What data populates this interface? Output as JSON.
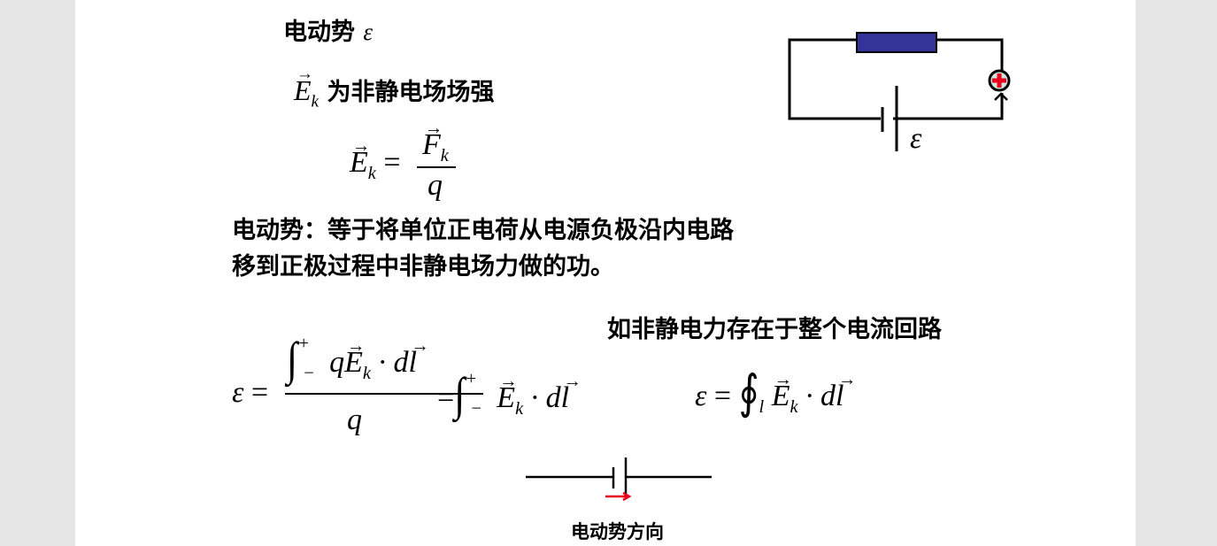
{
  "title": "电动势",
  "title_symbol": "ε",
  "ek_desc": "为非静电场场强",
  "definition_line1": "电动势：等于将单位正电荷从电源负极沿内电路",
  "definition_line2": "移到正极过程中非静电场力做的功。",
  "loop_note": "如非静电力存在于整个电流回路",
  "direction_label": "电动势方向",
  "circuit_emf_label": "ε",
  "colors": {
    "resistor": "#333399",
    "plus": "#e8001c",
    "arrow": "#e8001c"
  }
}
